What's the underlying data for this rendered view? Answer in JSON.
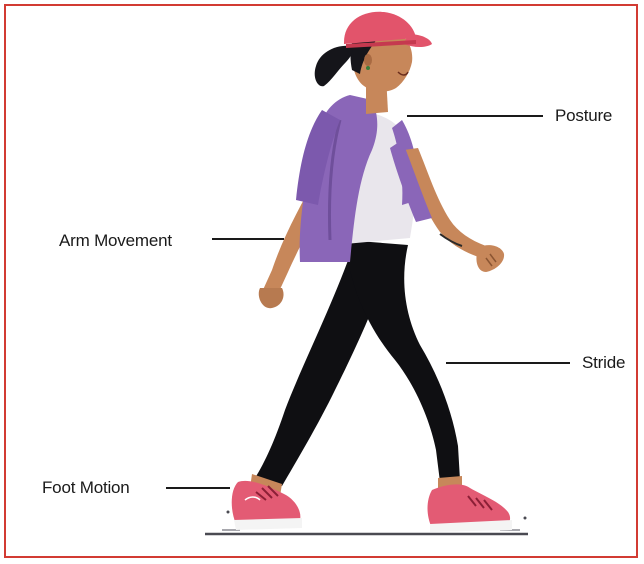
{
  "labels": {
    "posture": "Posture",
    "arm_movement": "Arm Movement",
    "stride": "Stride",
    "foot_motion": "Foot Motion"
  },
  "colors": {
    "frame_border": "#d23b33",
    "cap": "#e2546b",
    "hair": "#15151a",
    "skin": "#c7875a",
    "skin_shadow": "#a86a42",
    "cardigan": "#8a66b8",
    "cardigan_shadow": "#6f4f9b",
    "shirt": "#e9e6ec",
    "leggings": "#0f0f12",
    "shoes": "#e35b74",
    "soles": "#f4f4f4",
    "ground": "#4a4a52"
  },
  "icons": [
    "walking-woman-illustration"
  ]
}
